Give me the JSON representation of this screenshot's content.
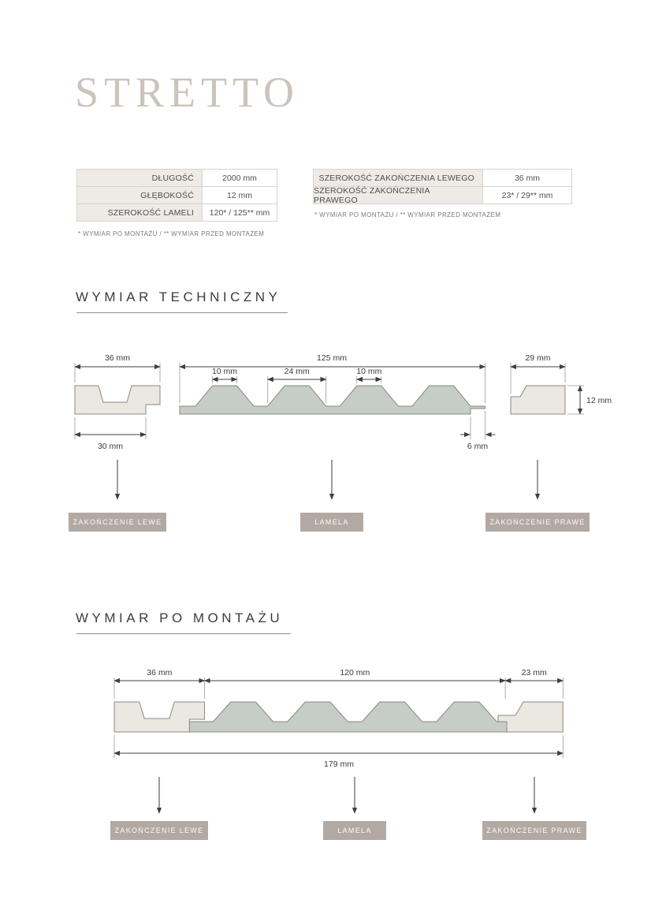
{
  "brand": "STRETTO",
  "tables": {
    "left": {
      "rows": [
        {
          "label": "DŁUGOŚĆ",
          "value": "2000 mm"
        },
        {
          "label": "GŁĘBOKOŚĆ",
          "value": "12 mm"
        },
        {
          "label": "SZEROKOŚĆ LAMELI",
          "value": "120* / 125** mm"
        }
      ],
      "footnote": "* WYMIAR PO MONTAŻU / ** WYMIAR PRZED MONTAŻEM"
    },
    "right": {
      "rows": [
        {
          "label": "SZEROKOŚĆ ZAKOŃCZENIA LEWEGO",
          "value": "36 mm"
        },
        {
          "label": "SZEROKOŚĆ ZAKOŃCZENIA PRAWEGO",
          "value": "23* / 29** mm"
        }
      ],
      "footnote": "* WYMIAR PO MONTAŻU / ** WYMIAR PRZED MONTAŻEM"
    }
  },
  "technical": {
    "heading": "WYMIAR TECHNICZNY",
    "dims": {
      "left_width": "36 mm",
      "left_bottom": "30 mm",
      "lamela_width": "125 mm",
      "slat_top_a": "10 mm",
      "slat_bottom": "24 mm",
      "slat_top_b": "10 mm",
      "base_step": "6 mm",
      "right_width": "29 mm",
      "depth": "12 mm"
    }
  },
  "mounted": {
    "heading": "WYMIAR PO MONTAŻU",
    "dims": {
      "left_width": "36 mm",
      "middle_width": "120 mm",
      "right_width": "23 mm",
      "total_width": "179 mm"
    }
  },
  "parts": {
    "left": "ZAKOŃCZENIE LEWE",
    "middle": "LAMELA",
    "right": "ZAKOŃCZENIE PRAWE"
  },
  "colors": {
    "part_label_bg": "#b3a9a3",
    "table_label_bg": "#eeeae5",
    "profile_light": "#ebe8e2",
    "profile_gray": "#c6ccc7"
  }
}
